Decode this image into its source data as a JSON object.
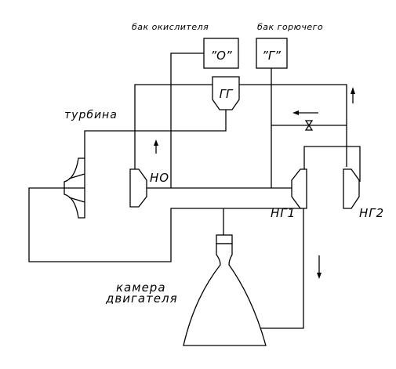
{
  "labels": {
    "oxidizer_tank": "бак окислителя",
    "fuel_tank": "бак горючего",
    "turbine": "турбина",
    "oxidizer_pump": "НО",
    "fuel_pump_1": "НГ1",
    "fuel_pump_2": "НГ2",
    "engine_chamber_line1": "камера",
    "engine_chamber_line2": "двигателя"
  },
  "boxes": {
    "oxidizer": "”О”",
    "fuel": "”Г”",
    "gas_generator": "ГГ"
  },
  "colors": {
    "stroke": "#000000",
    "background": "#ffffff"
  }
}
